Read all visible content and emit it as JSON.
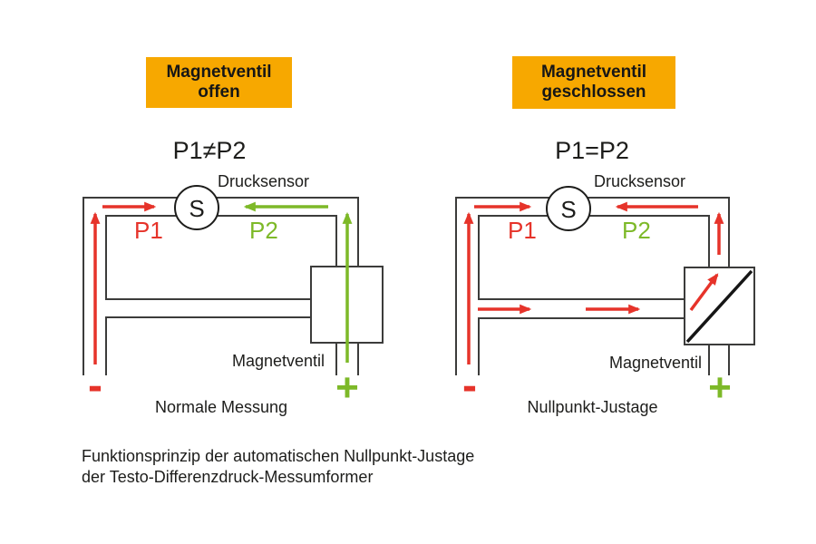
{
  "colors": {
    "banner_orange": "#F7A800",
    "flow_red": "#E6332A",
    "flow_green": "#7DB928",
    "pipe_line": "#3C3C3B",
    "text": "#1D1D1B"
  },
  "left": {
    "header_line1": "Magnetventil",
    "header_line2": "offen",
    "equation": "P1≠P2",
    "sensor_label": "Drucksensor",
    "sensor_symbol": "S",
    "p1": "P1",
    "p2": "P2",
    "valve_label": "Magnetventil",
    "minus": "-",
    "plus": "+",
    "mode_label": "Normale Messung"
  },
  "right": {
    "header_line1": "Magnetventil",
    "header_line2": "geschlossen",
    "equation": "P1=P2",
    "sensor_label": "Drucksensor",
    "sensor_symbol": "S",
    "p1": "P1",
    "p2": "P2",
    "valve_label": "Magnetventil",
    "minus": "-",
    "plus": "+",
    "mode_label": "Nullpunkt-Justage"
  },
  "footer": {
    "line1": "Funktionsprinzip der automatischen Nullpunkt-Justage",
    "line2": "der Testo-Differenzdruck-Messumformer"
  }
}
